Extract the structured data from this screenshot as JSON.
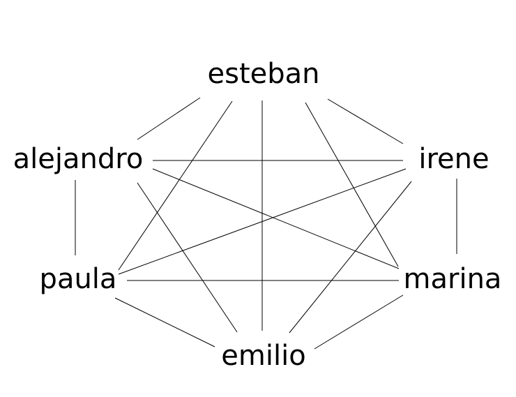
{
  "diagram": {
    "type": "graph",
    "nodes": [
      {
        "id": "esteban",
        "label": "esteban"
      },
      {
        "id": "alejandro",
        "label": "alejandro"
      },
      {
        "id": "irene",
        "label": "irene"
      },
      {
        "id": "paula",
        "label": "paula"
      },
      {
        "id": "marina",
        "label": "marina"
      },
      {
        "id": "emilio",
        "label": "emilio"
      }
    ],
    "edges": [
      {
        "from": "esteban",
        "to": "alejandro"
      },
      {
        "from": "esteban",
        "to": "irene"
      },
      {
        "from": "esteban",
        "to": "paula"
      },
      {
        "from": "esteban",
        "to": "marina"
      },
      {
        "from": "esteban",
        "to": "emilio"
      },
      {
        "from": "alejandro",
        "to": "irene"
      },
      {
        "from": "alejandro",
        "to": "paula"
      },
      {
        "from": "alejandro",
        "to": "marina"
      },
      {
        "from": "alejandro",
        "to": "emilio"
      },
      {
        "from": "irene",
        "to": "paula"
      },
      {
        "from": "irene",
        "to": "marina"
      },
      {
        "from": "irene",
        "to": "emilio"
      },
      {
        "from": "paula",
        "to": "marina"
      },
      {
        "from": "paula",
        "to": "emilio"
      },
      {
        "from": "marina",
        "to": "emilio"
      }
    ],
    "colors": {
      "edge": "#000000",
      "label": "#000000",
      "background": "#ffffff"
    }
  }
}
